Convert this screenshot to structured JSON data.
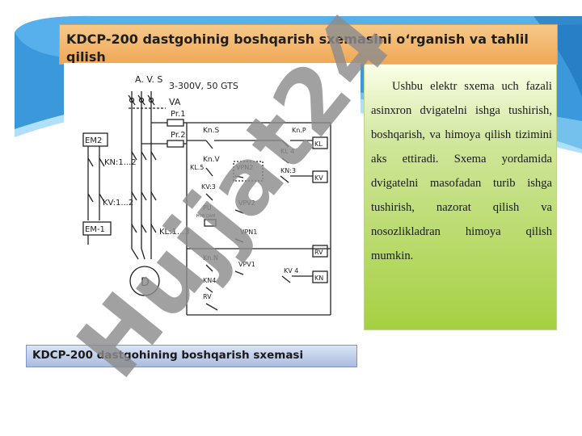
{
  "slide": {
    "title": "KDCP-200 dastgohinig boshqarish  sxemasini o‘rganish va tahlil qilish",
    "paragraph": "Ushbu elektr sxema uch fazali asinxron dvigatelni ishga tushirish, boshqarish, va himoya qilish tizimini aks ettiradi. Sxema yordamida dvigatelni masofadan turib ishga tushirish, nazorat qilish va nosozlikladran himoya qilish mumkin.",
    "caption": "KDCP-200  dastgohining boshqarish sxemasi",
    "watermark": "Hujjat24"
  },
  "diagram": {
    "phases": "A. V. S",
    "supply": "3-300V, 50 GTS",
    "va": "VA",
    "pr1": "Pr.1",
    "pr2": "Pr.2",
    "em2": "EM2",
    "em1": "EM-1",
    "kn12": "KN:1...2",
    "kv12": "KV:1...2",
    "kl13": "KL:1...3",
    "motor": "D",
    "kns": "Kn.S",
    "knv": "Kn.V",
    "kl5": "KL.5",
    "kv3": "KV:3",
    "pu": "PU",
    "pu_sub": "HYB   QAM",
    "knn": "Kn.N",
    "kn4": "KN4",
    "rv": "RV",
    "knp": "Kn.P",
    "kl4": "KL 4",
    "vpn2": "VPN2",
    "kn3": "KN:3",
    "vpv2": "VPV2",
    "vpn1": "VPN1",
    "vpv1": "VPV1",
    "kv4": "KV 4",
    "coil_kl": "KL",
    "coil_kv": "KV",
    "coil_rv": "RV",
    "coil_kn": "KN"
  },
  "colors": {
    "title_bg": "#f0a755",
    "panel_green": "#a6d042",
    "caption_bg": "#aabce0",
    "swoosh_blue": "#2a8fd8",
    "watermark": "#8c8c8c"
  }
}
